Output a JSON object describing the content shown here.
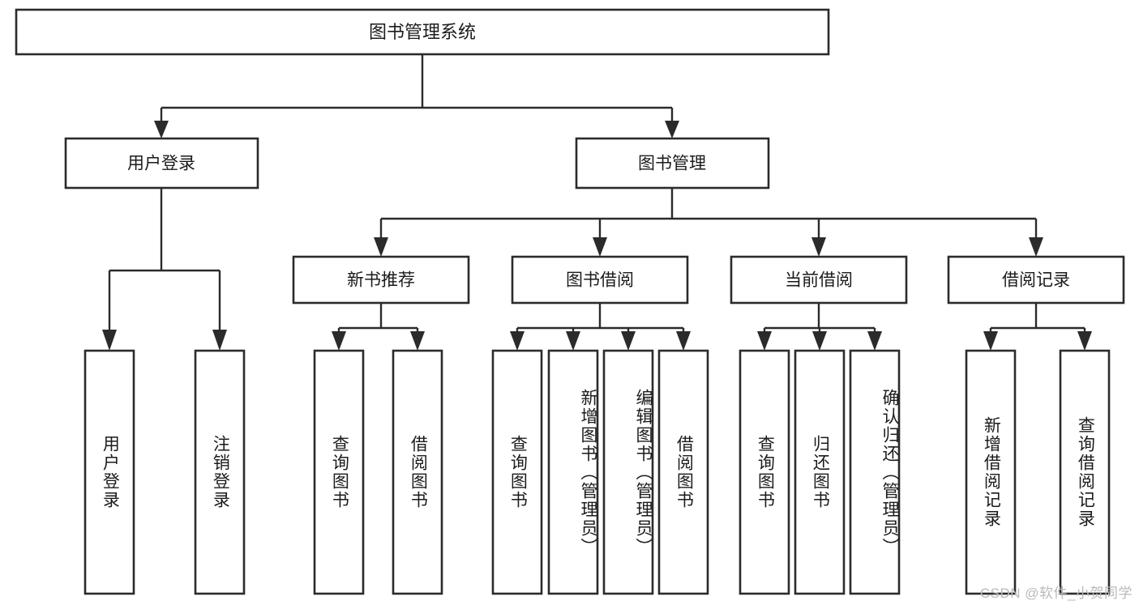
{
  "diagram": {
    "type": "tree-hierarchy-chart",
    "title": "图书管理系统",
    "watermark": "CSDN @软件_小贺同学",
    "colors": {
      "box_stroke": "#2b2b2b",
      "box_fill": "#ffffff",
      "text": "#1b1b1b",
      "watermark": "#b9b9b9",
      "background": "#ffffff"
    },
    "levels": {
      "root": {
        "label": "图书管理系统"
      },
      "level1": [
        {
          "id": "user-login",
          "label": "用户登录"
        },
        {
          "id": "book-management",
          "label": "图书管理"
        }
      ],
      "level2": [
        {
          "id": "new-book-recommend",
          "label": "新书推荐",
          "parent": "book-management"
        },
        {
          "id": "book-borrow",
          "label": "图书借阅",
          "parent": "book-management"
        },
        {
          "id": "current-borrow",
          "label": "当前借阅",
          "parent": "book-management"
        },
        {
          "id": "borrow-record",
          "label": "借阅记录",
          "parent": "book-management"
        }
      ],
      "leaves": [
        {
          "id": "leaf-user-login",
          "label": "用户登录",
          "parent": "user-login"
        },
        {
          "id": "leaf-logout-login",
          "label": "注销登录",
          "parent": "user-login"
        },
        {
          "id": "leaf-query-book-1",
          "label": "查询图书",
          "parent": "new-book-recommend"
        },
        {
          "id": "leaf-borrow-book-1",
          "label": "借阅图书",
          "parent": "new-book-recommend"
        },
        {
          "id": "leaf-query-book-2",
          "label": "查询图书",
          "parent": "book-borrow"
        },
        {
          "id": "leaf-add-book",
          "label": "新增图书（管理员）",
          "parent": "book-borrow"
        },
        {
          "id": "leaf-edit-book",
          "label": "编辑图书（管理员）",
          "parent": "book-borrow"
        },
        {
          "id": "leaf-borrow-book-2",
          "label": "借阅图书",
          "parent": "book-borrow"
        },
        {
          "id": "leaf-query-book-3",
          "label": "查询图书",
          "parent": "current-borrow"
        },
        {
          "id": "leaf-return-book",
          "label": "归还图书",
          "parent": "current-borrow"
        },
        {
          "id": "leaf-confirm-return",
          "label": "确认归还（管理员）",
          "parent": "current-borrow"
        },
        {
          "id": "leaf-add-record",
          "label": "新增借阅记录",
          "parent": "borrow-record"
        },
        {
          "id": "leaf-query-record",
          "label": "查询借阅记录",
          "parent": "borrow-record"
        }
      ]
    }
  }
}
